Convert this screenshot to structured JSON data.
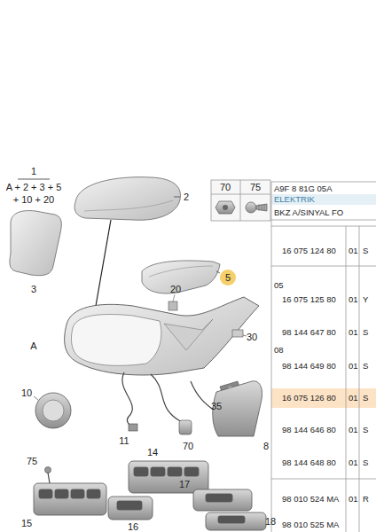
{
  "diagram": {
    "nodes": [
      {
        "text": [
          "5"
        ]
      }
    ],
    "labels": [
      "1",
      "A + 2 + 3 + 5",
      "+ 10 + 20",
      "2",
      "3",
      "A",
      "20",
      "30",
      "35",
      "10",
      "11",
      "70",
      "75",
      "8",
      "15",
      "16",
      "14",
      "17",
      "18",
      "70",
      "75",
      "A9F 8 81G 05A",
      "ELEKTRIK",
      "BKZ A/SINYAL FO",
      "05",
      "08",
      "16 075 124 80",
      "01",
      "S",
      "16 075 125 80",
      "01",
      "Y",
      "98 144 647 80",
      "01",
      "S",
      "98 144 649 80",
      "01",
      "S",
      "16 075 126 80",
      "01",
      "S",
      "98 144 646 80",
      "01",
      "S",
      "98 144 648 80",
      "01",
      "S",
      "98 010 524 MA",
      "01",
      "R",
      "98 010 525 MA"
    ]
  }
}
